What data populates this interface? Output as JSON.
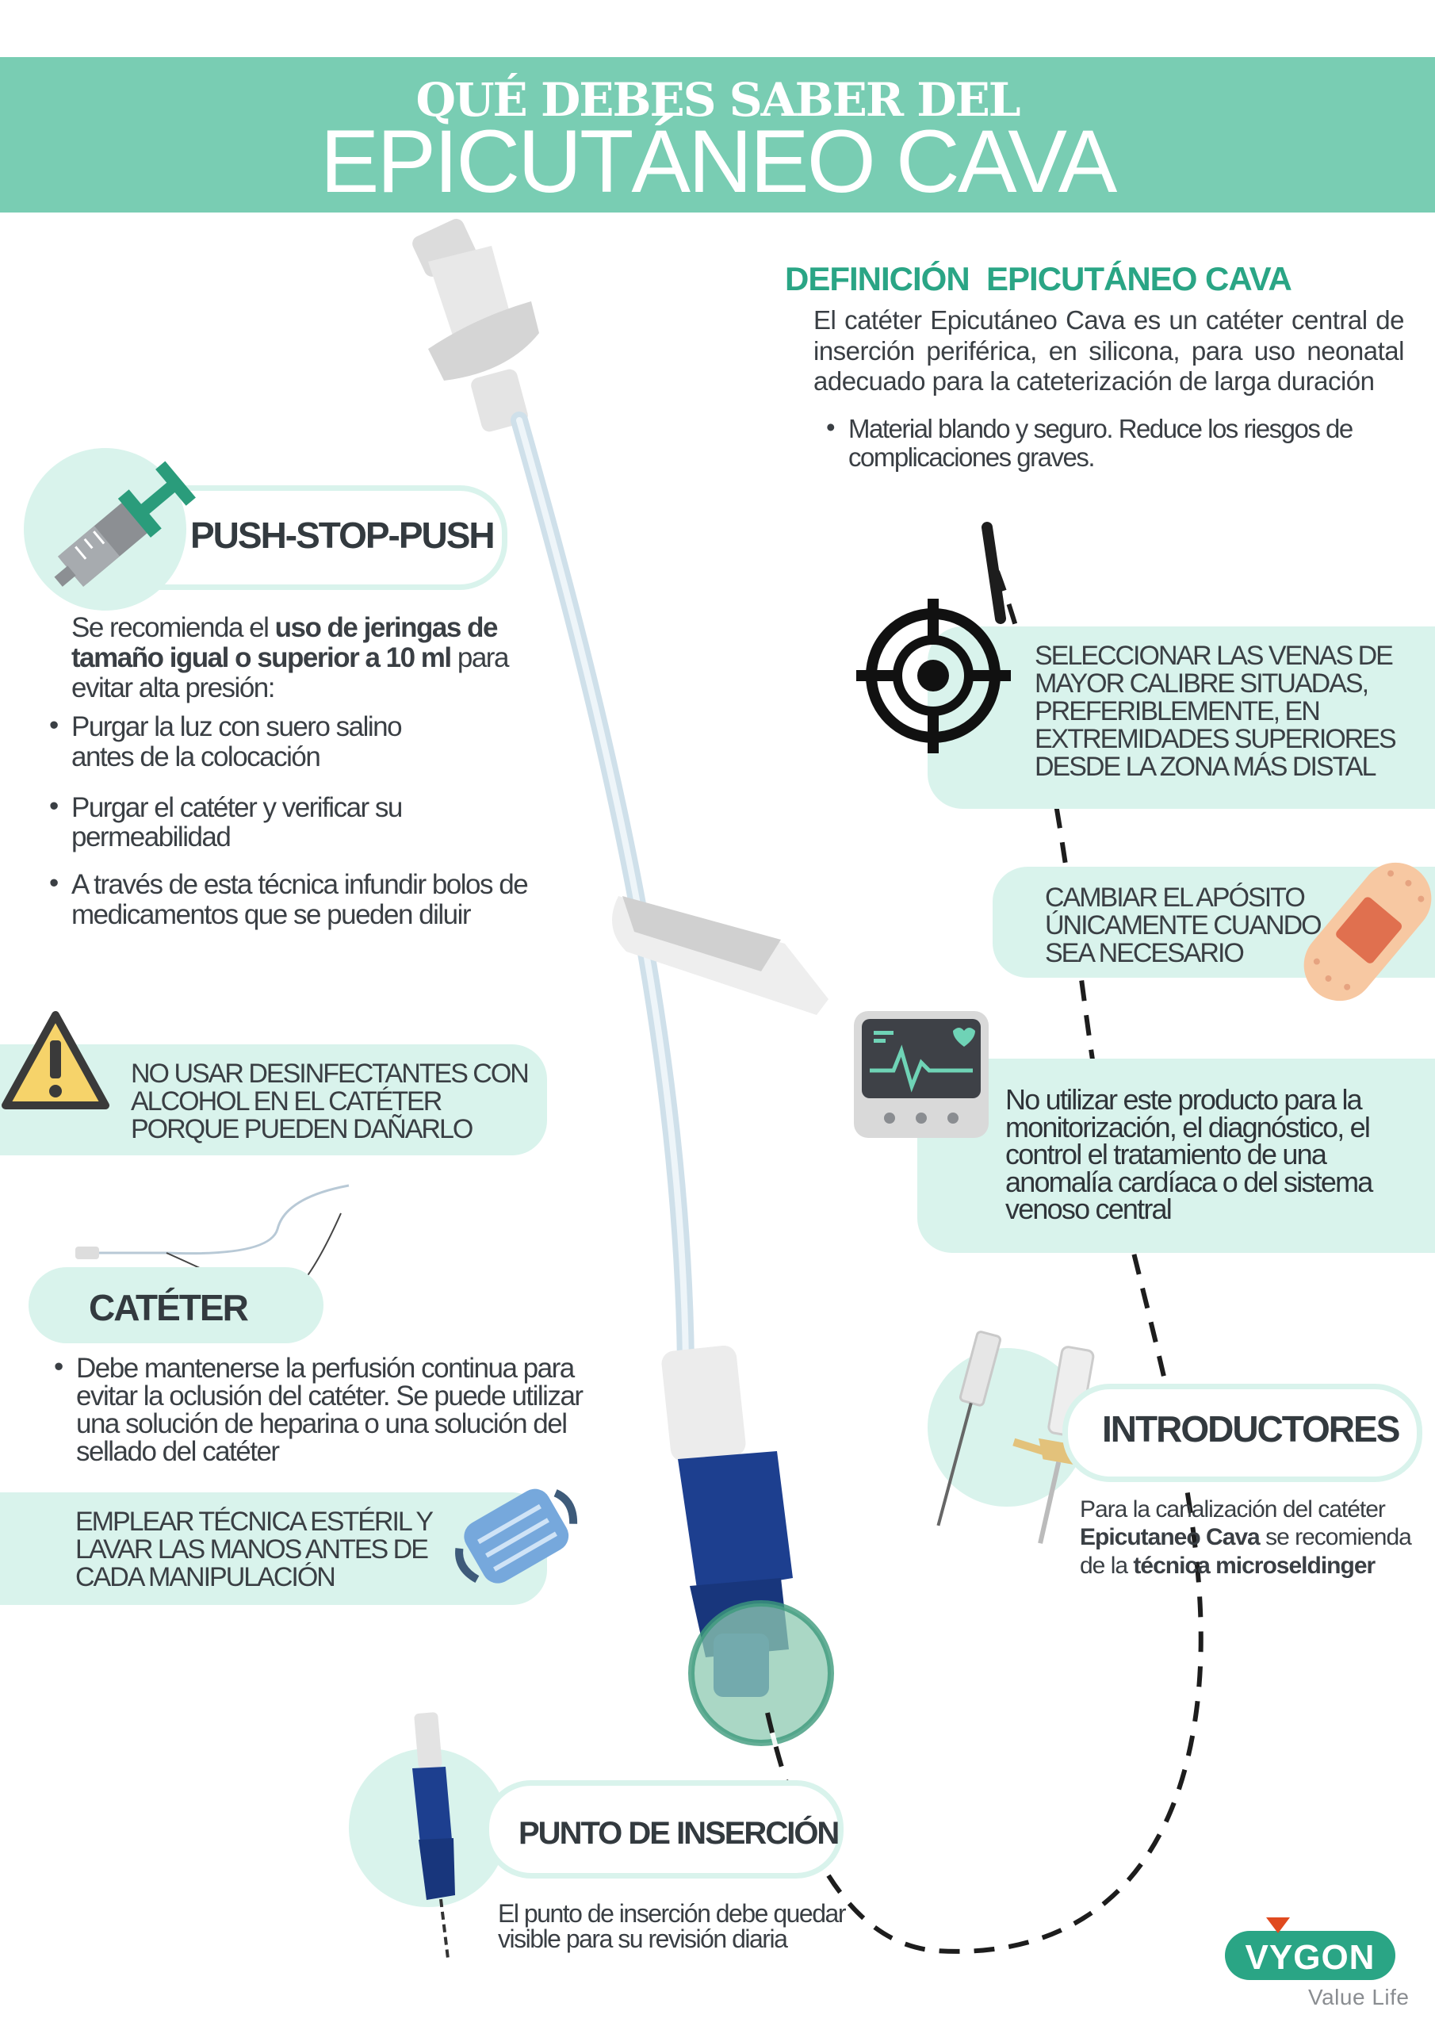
{
  "header": {
    "line1": "QUÉ DEBES SABER DEL",
    "line2": "EPICUTÁNEO CAVA"
  },
  "definition": {
    "title": "DEFINICIÓN  EPICUTÁNEO CAVA",
    "body": "El catéter Epicutáneo Cava es un catéter central de inserción periférica, en silicona, para uso neonatal adecuado para la cateterización de larga duración",
    "bullet": "Material blando y seguro. Reduce los riesgos de complicaciones graves."
  },
  "push_stop_push": {
    "title": "PUSH-STOP-PUSH",
    "intro_pre": "Se recomienda el ",
    "intro_bold": "uso de jeringas de tamaño  igual o superior a 10 ml",
    "intro_post": " para evitar alta presión:",
    "bullets": [
      "Purgar la luz con suero salino antes de la colocación",
      "Purgar el catéter y verificar su permeabilidad",
      "A través de esta técnica infundir bolos de medicamentos  que se pueden diluir"
    ]
  },
  "veins": {
    "text": "SELECCIONAR LAS VENAS DE MAYOR CALIBRE SITUADAS, PREFERIBLEMENTE, EN EXTREMIDADES SUPERIORES DESDE LA ZONA MÁS DISTAL"
  },
  "dressing": {
    "text": "CAMBIAR EL APÓSITO ÚNICAMENTE CUANDO SEA NECESARIO"
  },
  "alcohol": {
    "text": "NO USAR DESINFECTANTES CON ALCOHOL EN EL CATÉTER PORQUE PUEDEN DAÑARLO"
  },
  "monitor": {
    "text": "No utilizar este producto para la monitorización, el diagnóstico, el control el tratamiento de una anomalía cardíaca o del sistema venoso central"
  },
  "catheter": {
    "title": "CATÉTER",
    "bullet": "Debe mantenerse la perfusión continua para evitar la oclusión del catéter. Se puede utilizar una solución de heparina o una solución del sellado del catéter"
  },
  "introducers": {
    "title": "INTRODUCTORES",
    "line1": "Para la canalización del catéter",
    "bold1": "Epicutaneo Cava",
    "line2": " se recomienda de la ",
    "bold2": "técnica microseldinger"
  },
  "sterile": {
    "text": "EMPLEAR TÉCNICA ESTÉRIL Y LAVAR LAS MANOS ANTES DE CADA MANIPULACIÓN"
  },
  "insertion": {
    "title": "PUNTO DE INSERCIÓN",
    "text": "El punto de inserción debe quedar visible para su revisión diaria"
  },
  "brand": {
    "name": "VYGON",
    "tagline": "Value Life"
  },
  "colors": {
    "banner": "#79cdb3",
    "pill": "#d9f3ec",
    "accent_green": "#2aa585",
    "connector_blue": "#1d3f8f"
  }
}
